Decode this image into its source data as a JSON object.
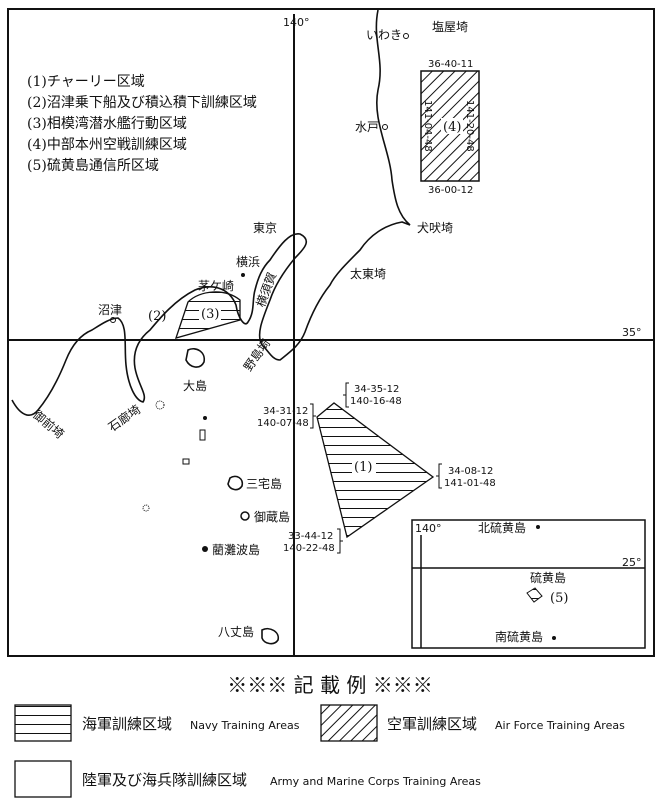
{
  "map": {
    "longitude_label": "140°",
    "latitude_label": "35°",
    "area_list": [
      "(1)チャーリー区域",
      "(2)沼津乗下船及び積込積下訓練区域",
      "(3)相模湾潜水艦行動区域",
      "(4)中部本州空戦訓練区域",
      "(5)硫黄島通信所区域"
    ],
    "places": {
      "iwaki": "いわき",
      "shioyazaki": "塩屋埼",
      "mito": "水戸",
      "inubozaki": "犬吠埼",
      "taitozaki": "太東埼",
      "tokyo": "東京",
      "yokohama": "横浜",
      "yokosuka": "横須賀",
      "chigasaki": "茅ケ崎",
      "numazu": "沼津",
      "nojimazaki": "野島埼",
      "oshima": "大島",
      "irozaki": "石廊埼",
      "omaezaki": "御前埼",
      "miyakejima": "三宅島",
      "mikurajima": "御蔵島",
      "inambajima": "藺灘波島",
      "hachijojima": "八丈島"
    },
    "area_labels": {
      "a1": "(1)",
      "a2": "(2)",
      "a3": "(3)",
      "a4": "(4)",
      "a5": "(5)"
    },
    "area4_coords": {
      "top": "36-40-11",
      "bottom": "36-00-12",
      "left": "141-04-48",
      "right": "141-20-48"
    },
    "area1_coords": [
      {
        "lat": "34-35-12",
        "lon": "140-16-48"
      },
      {
        "lat": "34-31-12",
        "lon": "140-07-48"
      },
      {
        "lat": "34-08-12",
        "lon": "141-01-48"
      },
      {
        "lat": "33-44-12",
        "lon": "140-22-48"
      }
    ],
    "inset": {
      "longitude_label": "140°",
      "latitude_label": "25°",
      "kita_iwoto": "北硫黄島",
      "iwoto": "硫黄島",
      "minami_iwoto": "南硫黄島"
    }
  },
  "legend": {
    "title": "※※※ 記 載 例 ※※※",
    "navy_ja": "海軍訓練区域",
    "navy_en": "Navy Training Areas",
    "air_ja": "空軍訓練区域",
    "air_en": "Air Force Training Areas",
    "army_ja": "陸軍及び海兵隊訓練区域",
    "army_en": "Army and Marine Corps Training Areas"
  }
}
